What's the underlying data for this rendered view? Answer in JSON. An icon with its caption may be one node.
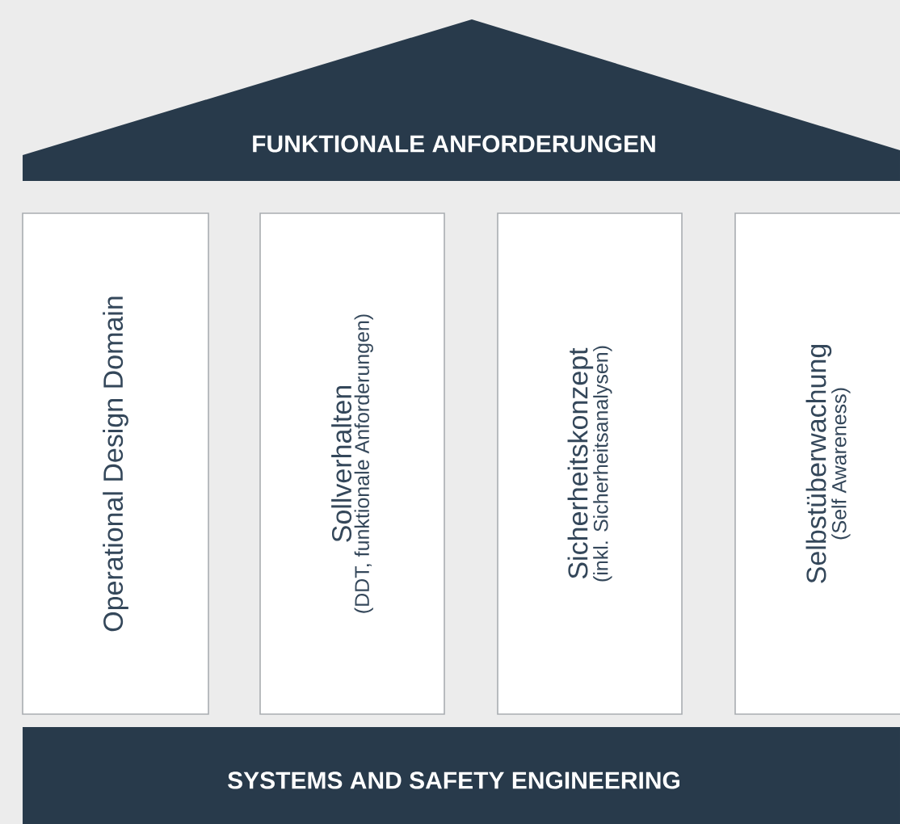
{
  "diagram": {
    "nodes": [
      {
        "text": [
          "FUNKTIONALE ANFORDERUNGEN"
        ]
      },
      {
        "text": [
          "Operational Design Domain"
        ]
      },
      {
        "text": [
          "Sollverhalten",
          "(DDT, funktionale Anforderungen)"
        ]
      },
      {
        "text": [
          "Sicherheitskonzept",
          "(inkl. Sicherheitsanalysen)"
        ]
      },
      {
        "text": [
          "Selbstüberwachung",
          "(Self Awareness)"
        ]
      },
      {
        "text": [
          "SYSTEMS AND SAFETY ENGINEERING"
        ]
      }
    ]
  }
}
